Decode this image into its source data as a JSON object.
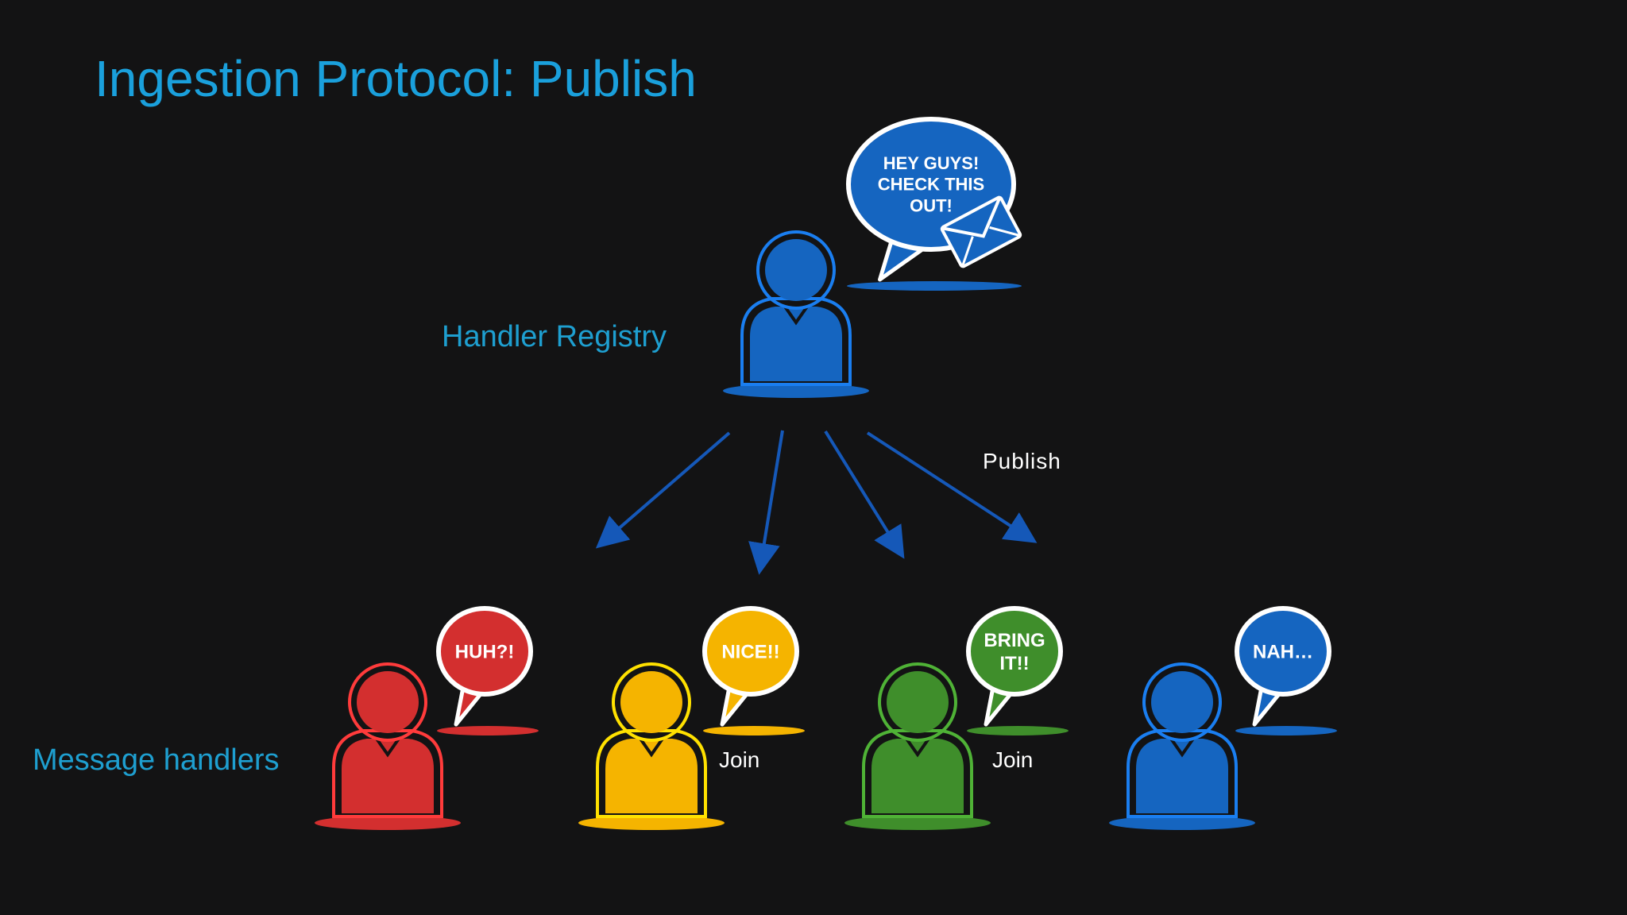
{
  "title": "Ingestion Protocol: Publish",
  "labels": {
    "registry": "Handler Registry",
    "handlers": "Message handlers",
    "publish": "Publish",
    "join_1": "Join",
    "join_2": "Join"
  },
  "registry": {
    "bubble_lines": [
      "HEY GUYS!",
      "CHECK THIS",
      "OUT!"
    ],
    "color": "#1565c0",
    "icon": "envelope-icon"
  },
  "handlers": [
    {
      "bubble_lines": [
        "HUH?!"
      ],
      "color": "#d32f2f"
    },
    {
      "bubble_lines": [
        "NICE!!"
      ],
      "color": "#f5b400"
    },
    {
      "bubble_lines": [
        "BRING",
        "IT!!"
      ],
      "color": "#3f8e2b"
    },
    {
      "bubble_lines": [
        "NAH…"
      ],
      "color": "#1565c0"
    }
  ],
  "colors": {
    "title": "#1aa0dc",
    "labels": "#1e9fd0",
    "arrows": "#1558b8",
    "background": "#131314"
  }
}
